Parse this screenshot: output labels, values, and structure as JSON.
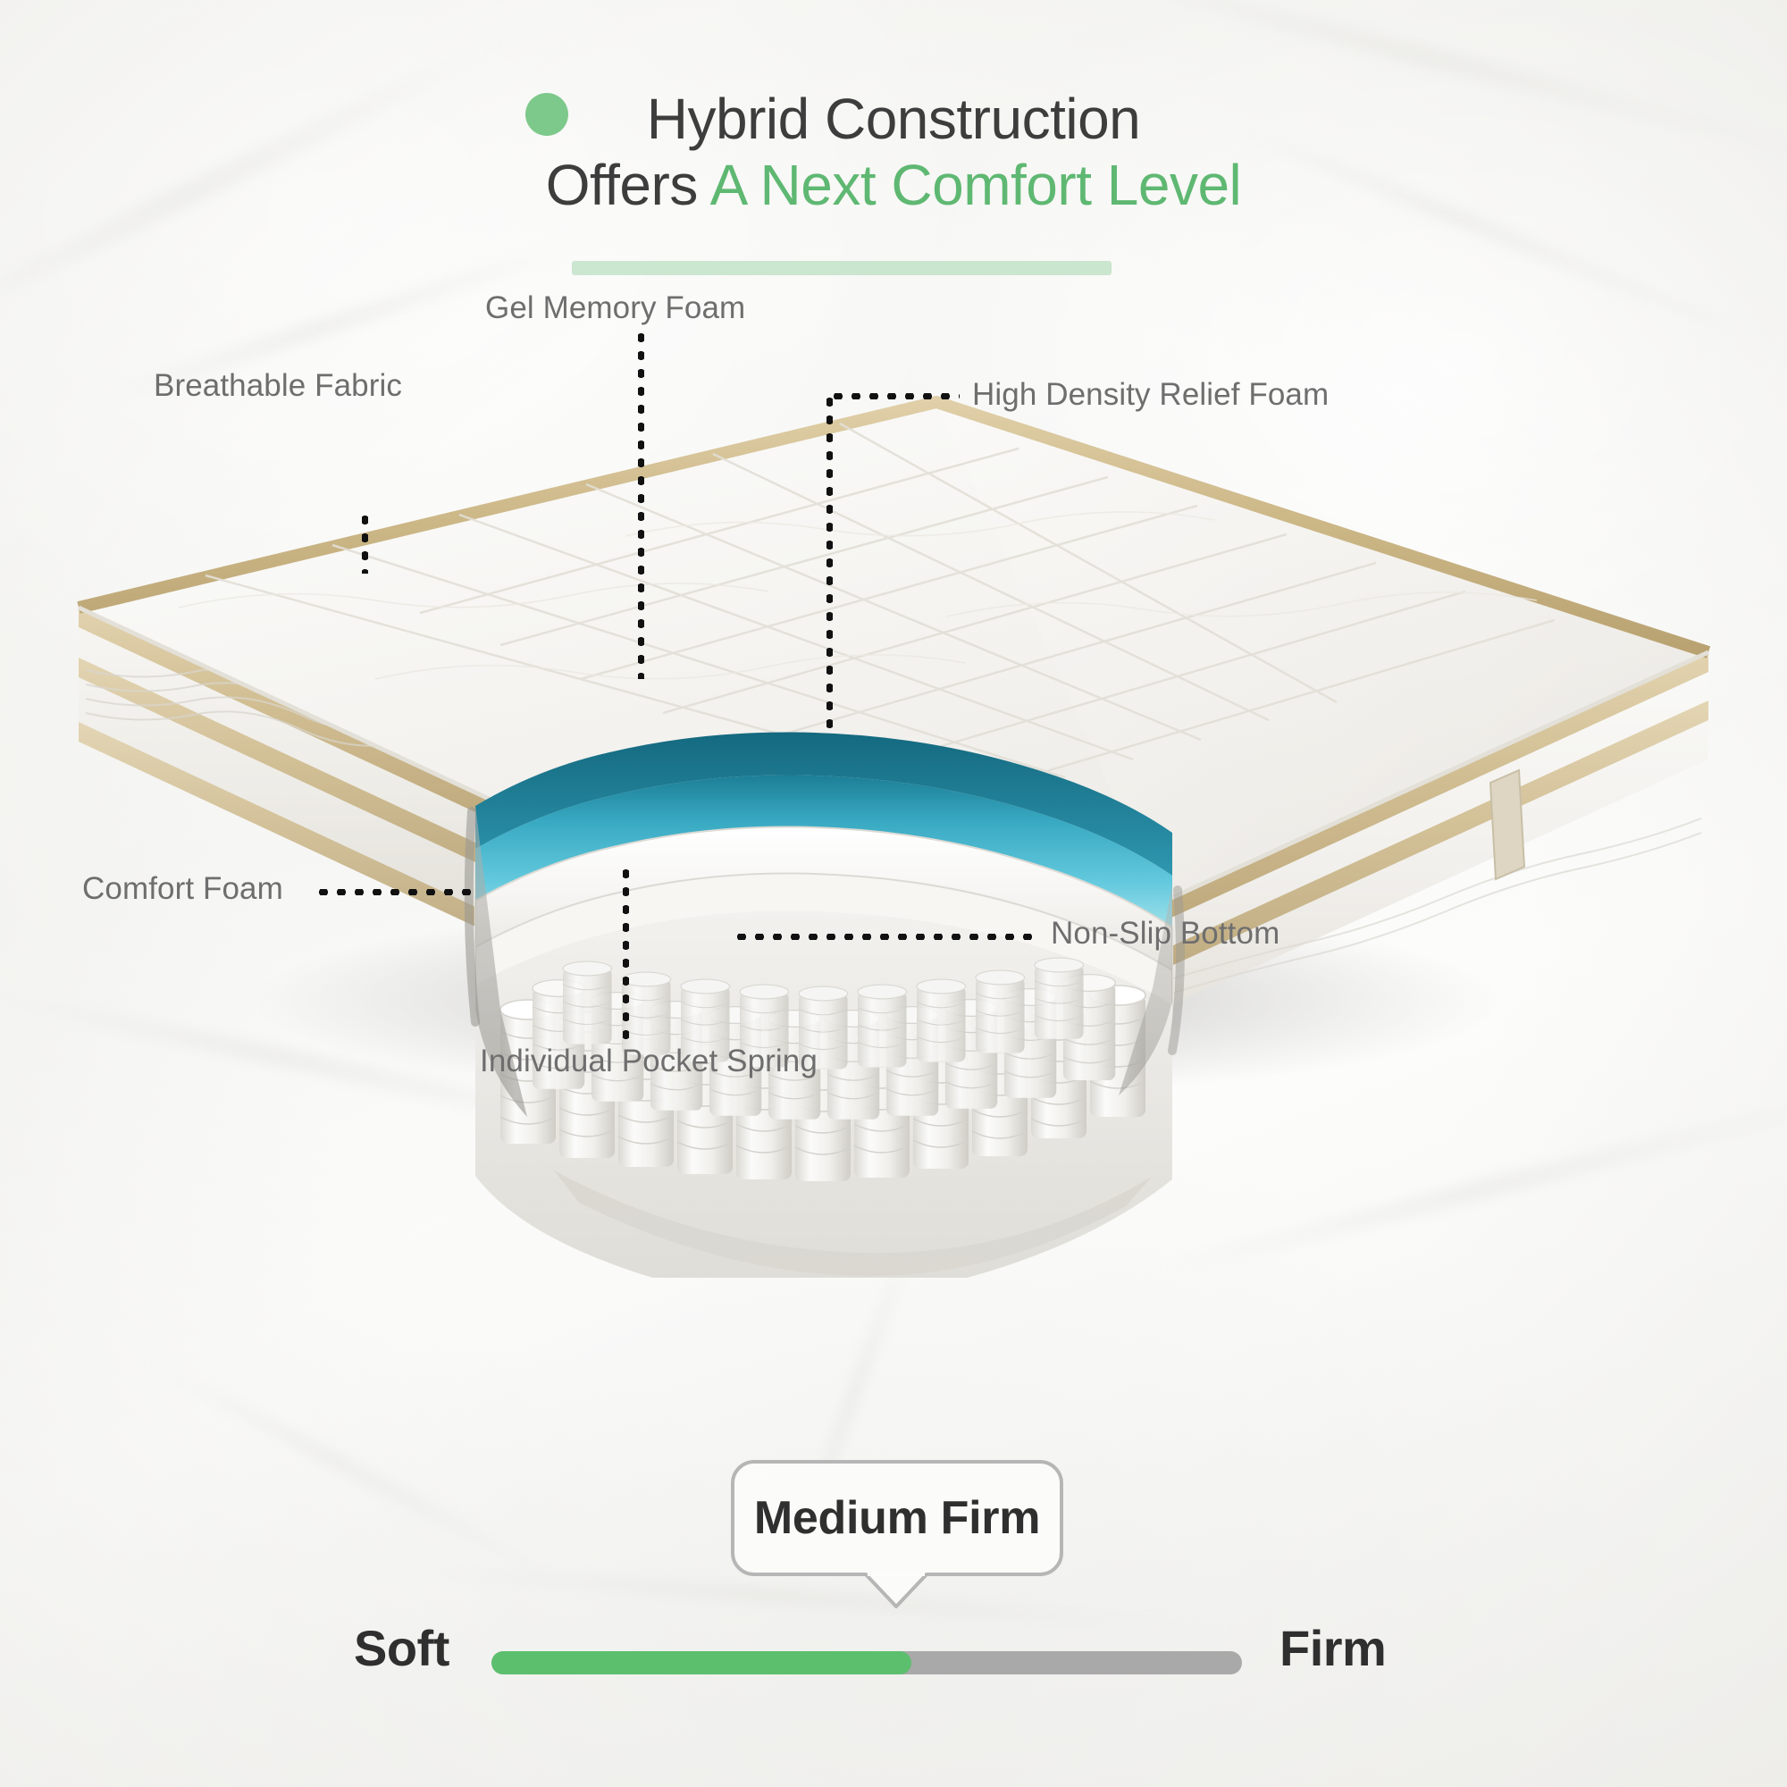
{
  "headline": {
    "line1": "Hybrid Construction",
    "line2_plain": "Offers ",
    "line2_accent": "A Next Comfort Level",
    "accent_color": "#5fb872",
    "dot_color": "#7dc98b"
  },
  "diagram": {
    "labels": [
      {
        "id": "breathable-fabric",
        "text": "Breathable Fabric"
      },
      {
        "id": "gel-memory-foam",
        "text": "Gel Memory Foam"
      },
      {
        "id": "high-density-relief-foam",
        "text": "High Density Relief Foam"
      },
      {
        "id": "comfort-foam",
        "text": "Comfort Foam"
      },
      {
        "id": "non-slip-bottom",
        "text": "Non-Slip Bottom"
      },
      {
        "id": "individual-pocket-spring",
        "text": "Individual Pocket Spring"
      }
    ],
    "label_color": "#6e6e6e",
    "leader_color": "#111111"
  },
  "firmness": {
    "badge": "Medium Firm",
    "soft_label": "Soft",
    "firm_label": "Firm",
    "fill_percent": 56,
    "fill_color": "#5cbf6e",
    "track_color": "#a9a9a9"
  }
}
